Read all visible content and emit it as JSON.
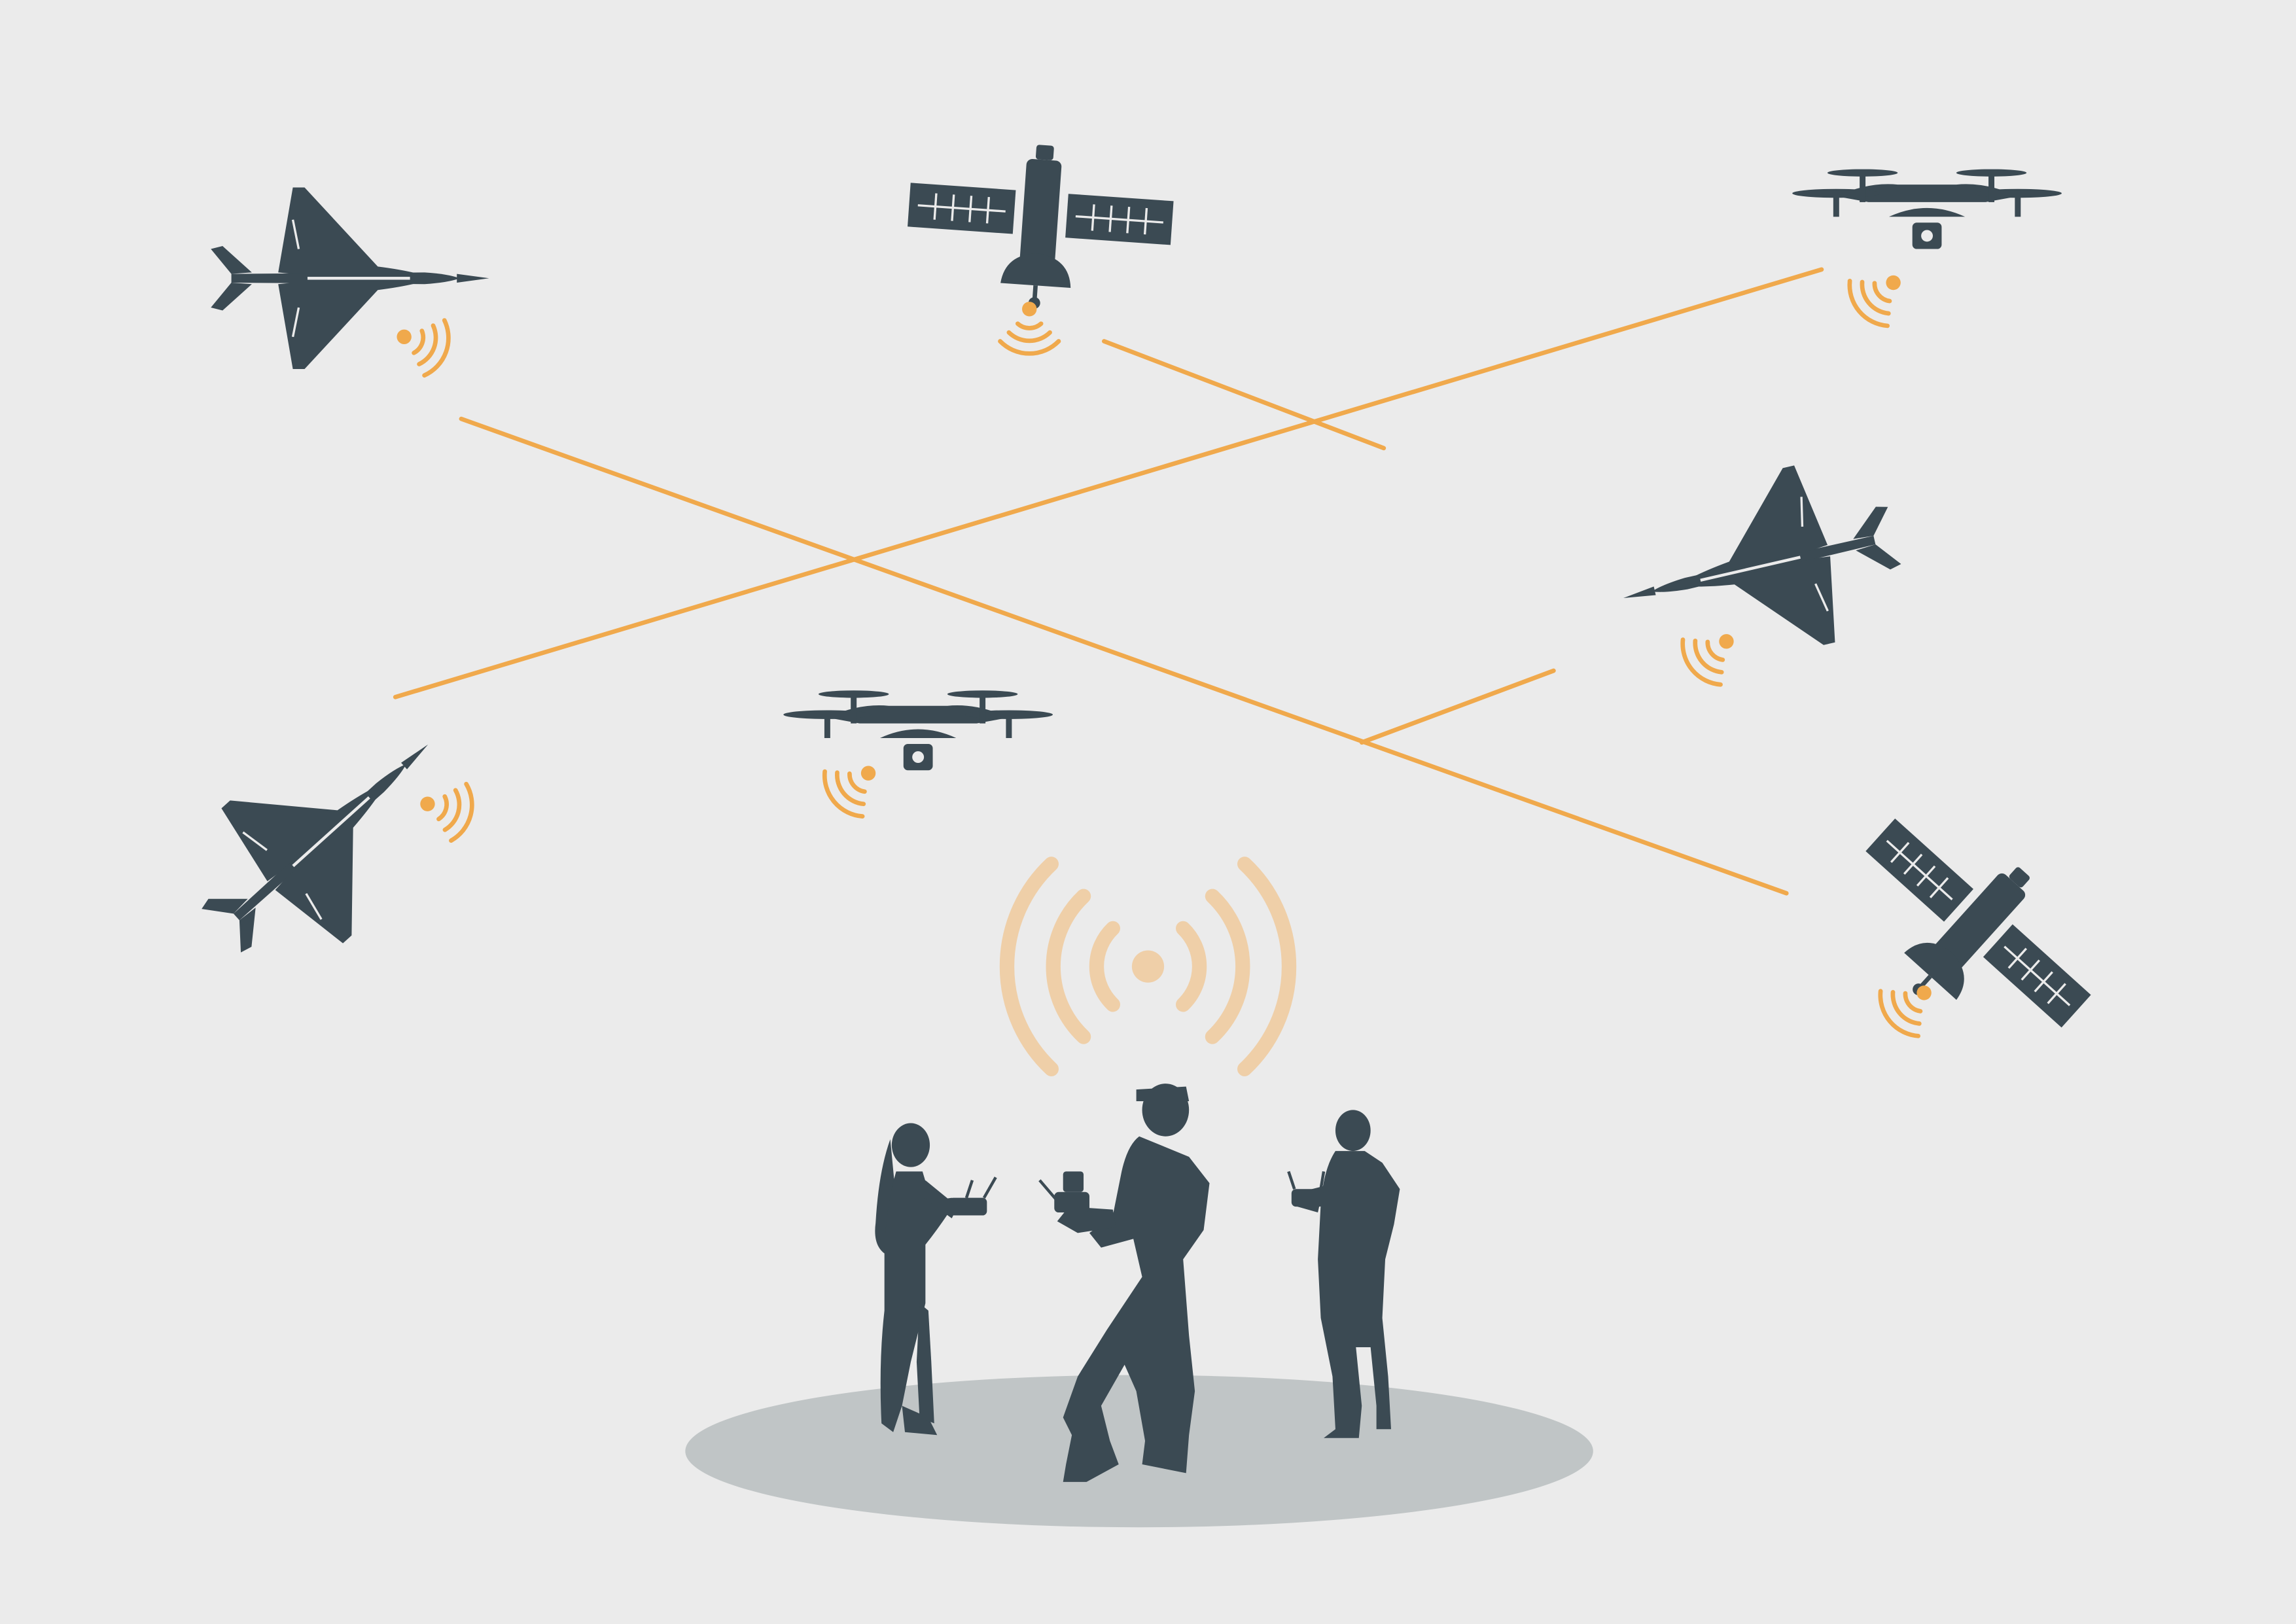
{
  "colors": {
    "background": "#ebebeb",
    "silhouette": "#3b4a53",
    "link": "#f0a94c",
    "broadcast": "#efcfa8",
    "ground": "#c0c5c6"
  },
  "icons": [
    "fighter-jet-icon",
    "satellite-icon",
    "quadcopter-drone-icon",
    "signal-waves-icon",
    "broadcast-icon",
    "remote-controller-icon",
    "person-silhouette-icon"
  ],
  "scene": {
    "jets": 3,
    "satellites": 2,
    "drones": 2,
    "operators": 3,
    "link_lines": 4
  }
}
